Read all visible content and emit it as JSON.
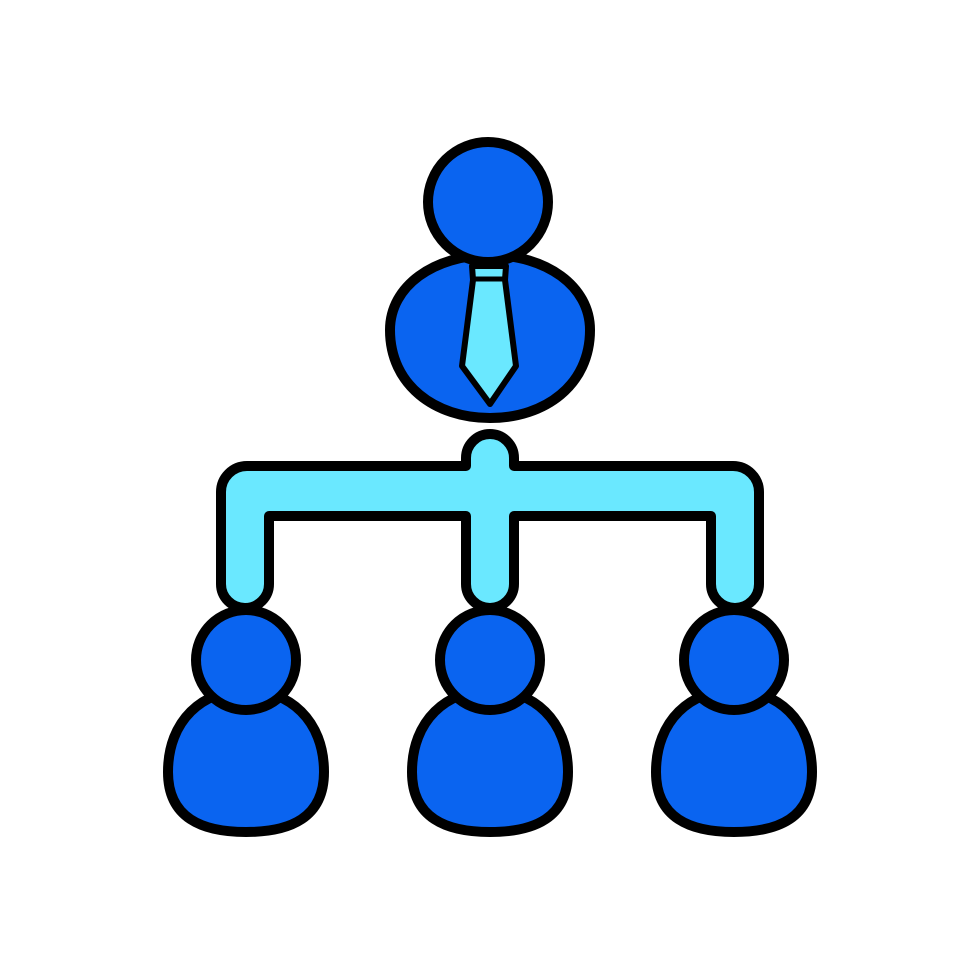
{
  "icon": {
    "name": "organization-hierarchy-icon",
    "colors": {
      "person_fill": "#0a64f0",
      "connector_fill": "#6ae8ff",
      "tie_fill": "#6ae8ff",
      "outline": "#000000",
      "background": "#ffffff"
    },
    "nodes": {
      "leader": "manager-with-tie",
      "subordinates": [
        "employee",
        "employee",
        "employee"
      ]
    }
  }
}
